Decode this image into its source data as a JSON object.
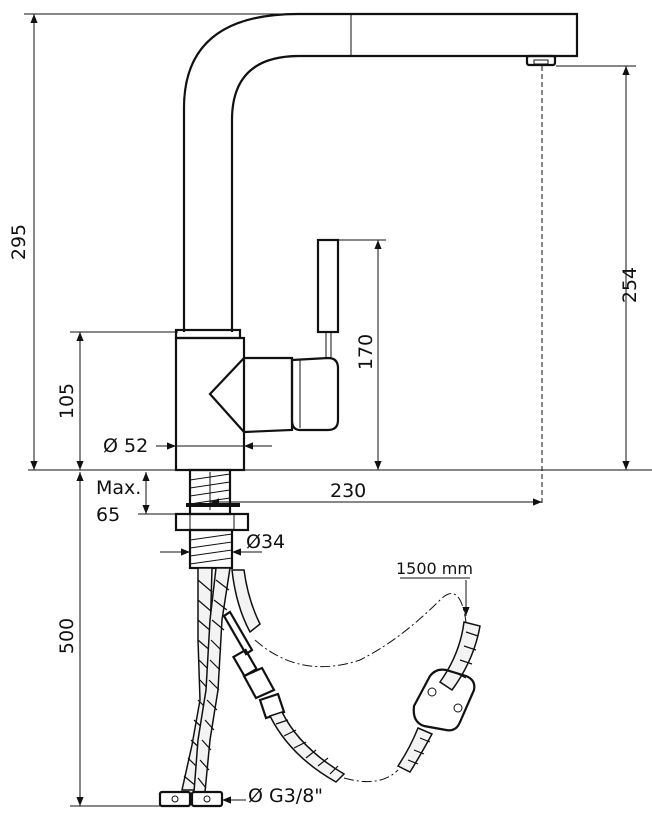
{
  "dimensions": {
    "total_height": "295",
    "spout_height": "254",
    "handle_height": "170",
    "body_height": "105",
    "body_diameter": "Ø 52",
    "reach": "230",
    "max_thickness_line1": "Max.",
    "max_thickness_line2": "65",
    "shank_diameter": "Ø34",
    "hose_length": "500",
    "connection": "Ø G3/8\"",
    "pullout_length": "1500 mm"
  }
}
